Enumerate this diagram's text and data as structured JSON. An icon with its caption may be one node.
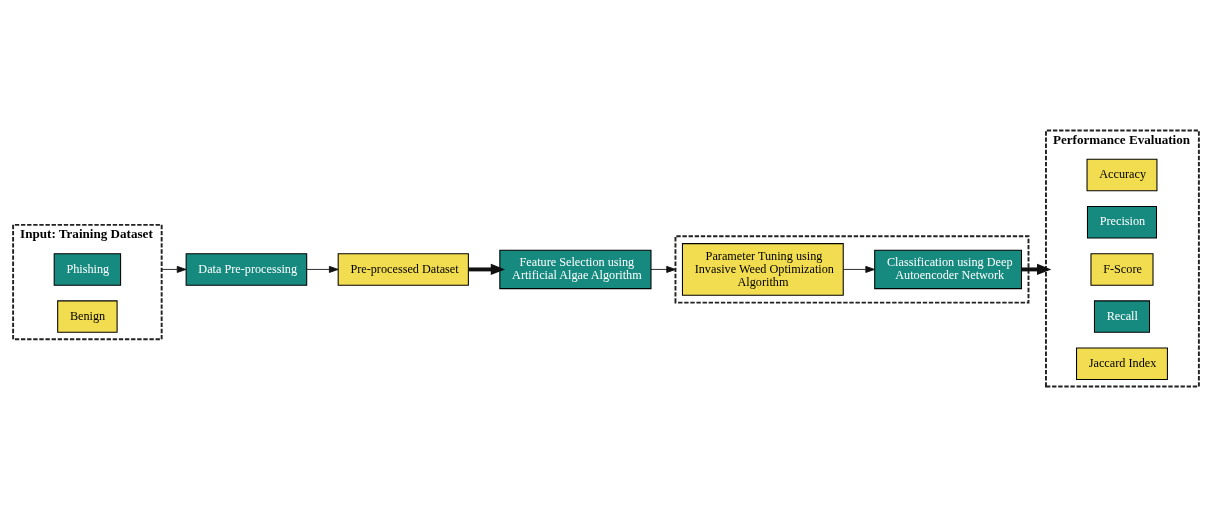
{
  "diagram": {
    "nodes": [
      {
        "text": [
          "Input: Training Dataset"
        ]
      },
      {
        "text": [
          "Phishing"
        ],
        "in": 0
      },
      {
        "text": [
          "Benign"
        ],
        "in": 0
      },
      {
        "text": [
          "Data Pre-processing"
        ]
      },
      {
        "text": [
          "Pre-processed Dataset"
        ]
      },
      {
        "text": [
          "Feature Selection using Artificial Algae Algorithm"
        ]
      },
      {
        "text": [],
        "shape": "box"
      },
      {
        "text": [
          "Classification using Deep Autoencoder Network"
        ],
        "in": 6
      },
      {
        "text": [
          "Parameter Tuning using Invasive Weed Optimization Algorithm"
        ],
        "in": 6
      },
      {
        "text": [
          "Performance Evaluation"
        ]
      },
      {
        "text": [
          "Accuracy"
        ],
        "in": 9
      },
      {
        "text": [
          "Precision"
        ],
        "in": 9
      },
      {
        "text": [
          "F-Score"
        ],
        "in": 9
      },
      {
        "text": [
          "Recall"
        ],
        "in": 9
      },
      {
        "text": [
          "Jaccard Index"
        ],
        "in": 9
      }
    ],
    "edges": [
      {
        "from": 0,
        "to": 3,
        "arrow": "to"
      },
      {
        "from": 3,
        "to": 4,
        "arrow": "to"
      },
      {
        "from": 4,
        "to": 5,
        "arrow": "to",
        "style": "thick"
      },
      {
        "from": 5,
        "to": 6,
        "arrow": "to"
      },
      {
        "from": 8,
        "to": 7,
        "arrow": "to"
      },
      {
        "from": 7,
        "to": 9,
        "arrow": "to",
        "style": "thick"
      }
    ]
  }
}
